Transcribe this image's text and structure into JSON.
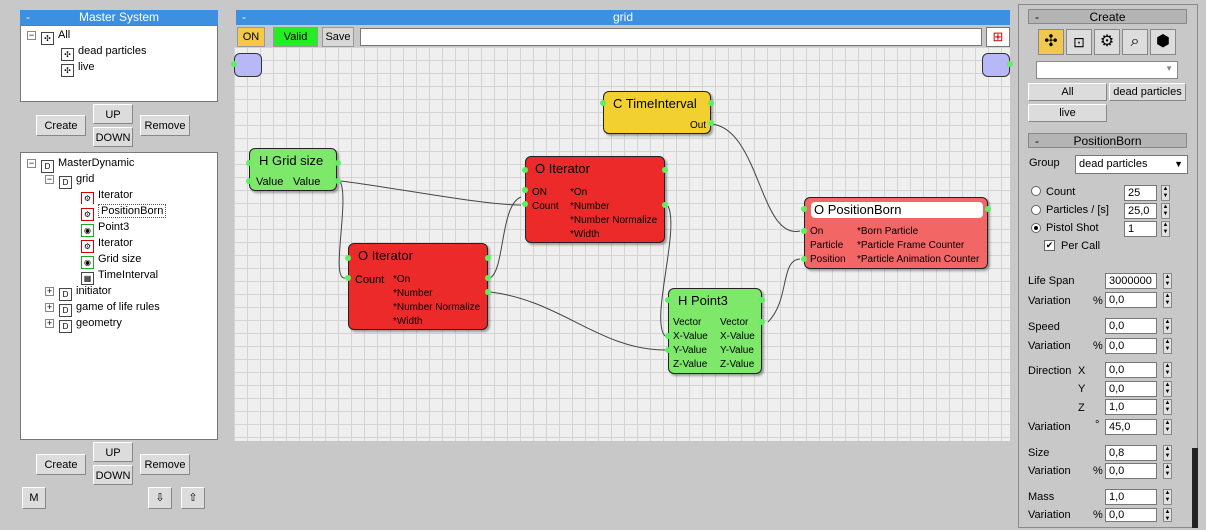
{
  "master": {
    "title": "Master System",
    "tree": [
      "All",
      "dead particles",
      "live"
    ],
    "create": "Create",
    "up": "UP",
    "down": "DOWN",
    "remove": "Remove"
  },
  "dyn": {
    "root": "MasterDynamic",
    "grid": "grid",
    "children": [
      "Iterator",
      "PositionBorn",
      "Point3",
      "Iterator",
      "Grid size",
      "TimeInterval"
    ],
    "others": [
      "initiator",
      "game of life rules",
      "geometry"
    ]
  },
  "bottom": {
    "create": "Create",
    "up": "UP",
    "down": "DOWN",
    "remove": "Remove",
    "m": "M"
  },
  "grid": {
    "title": "grid",
    "on": "ON",
    "valid": "Valid",
    "save": "Save"
  },
  "nodes": {
    "gridsize": {
      "title": "H Grid size",
      "in": "Value",
      "out": "Value"
    },
    "iter1": {
      "title": "O Iterator",
      "in": [
        "Count"
      ],
      "out": [
        "*On",
        "*Number",
        "*Number Normalize",
        "*Width"
      ]
    },
    "iter2": {
      "title": "O Iterator",
      "in": [
        "ON",
        "Count"
      ],
      "out": [
        "*On",
        "*Number",
        "*Number Normalize",
        "*Width"
      ]
    },
    "time": {
      "title": "C TimeInterval",
      "out": "Out"
    },
    "point3": {
      "title": "H Point3",
      "in": [
        "Vector",
        "X-Value",
        "Y-Value",
        "Z-Value"
      ],
      "out": [
        "Vector",
        "X-Value",
        "Y-Value",
        "Z-Value"
      ]
    },
    "posborn": {
      "title": "O PositionBorn",
      "in": [
        "On",
        "Particle",
        "Position"
      ],
      "out": [
        "*Born Particle",
        "*Particle Frame Counter",
        "*Particle Animation Counter"
      ]
    }
  },
  "create_panel": {
    "title": "Create",
    "all": "All",
    "dead": "dead particles",
    "live": "live"
  },
  "pos_panel": {
    "title": "PositionBorn",
    "group_label": "Group",
    "group_value": "dead particles",
    "count_label": "Count",
    "count": "25",
    "particles_label": "Particles / [s]",
    "particles": "25,0",
    "pistol_label": "Pistol Shot",
    "pistol": "1",
    "percall": "Per Call",
    "lifespan_label": "Life Span",
    "lifespan": "3000000",
    "variation": "Variation",
    "pct": "%",
    "lifevar": "0,0",
    "speed_label": "Speed",
    "speed": "0,0",
    "speedvar": "0,0",
    "dir_label": "Direction",
    "x": "X",
    "y": "Y",
    "z": "Z",
    "dx": "0,0",
    "dy": "0,0",
    "dz": "1,0",
    "deg": "°",
    "dirvar": "45,0",
    "size_label": "Size",
    "size": "0,8",
    "sizevar": "0,0",
    "mass_label": "Mass",
    "mass": "1,0",
    "massvar": "0,0"
  }
}
